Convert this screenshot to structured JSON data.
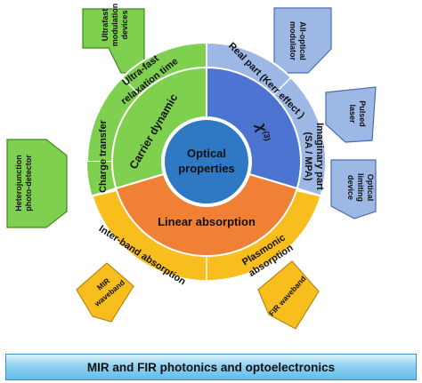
{
  "center": {
    "line1": "Optical",
    "line2": "properties"
  },
  "inner": {
    "carrier": "Carrier dynamic",
    "chi": "χ",
    "chi_sup": "(3)",
    "linear": "Linear absorption"
  },
  "outer": {
    "ultrafast_line1": "Ultra-fast",
    "ultrafast_line2": "relaxation time",
    "charge": "Charge transfer",
    "real": "Real part (Kerr effect )",
    "imag_line1": "Imaginary part",
    "imag_line2": "(SA / MPA)",
    "interband": "Inter-band absorption",
    "plasmonic_line1": "Plasmonic",
    "plasmonic_line2": "absorption"
  },
  "tabs": {
    "ultrafast_mod": [
      "Ultrafast",
      "modulation",
      "devices"
    ],
    "heterojunction": [
      "Heterojunction",
      "photo-detector"
    ],
    "all_optical": [
      "All-optical",
      "modulator"
    ],
    "pulsed_laser": [
      "Pulsed",
      "laser"
    ],
    "optical_limiting": [
      "Optical",
      "limiting",
      "device"
    ],
    "mir": [
      "MIR",
      "waveband"
    ],
    "fir": [
      "FIR waveband"
    ]
  },
  "banner": "MIR and FIR photonics and optoelectronics",
  "colors": {
    "green": "#7ed04e",
    "blue_light": "#9eb8e6",
    "blue_dark": "#4e74d2",
    "orange": "#ef8036",
    "yellow": "#f8be1e",
    "center_blue": "#2e78c4"
  }
}
